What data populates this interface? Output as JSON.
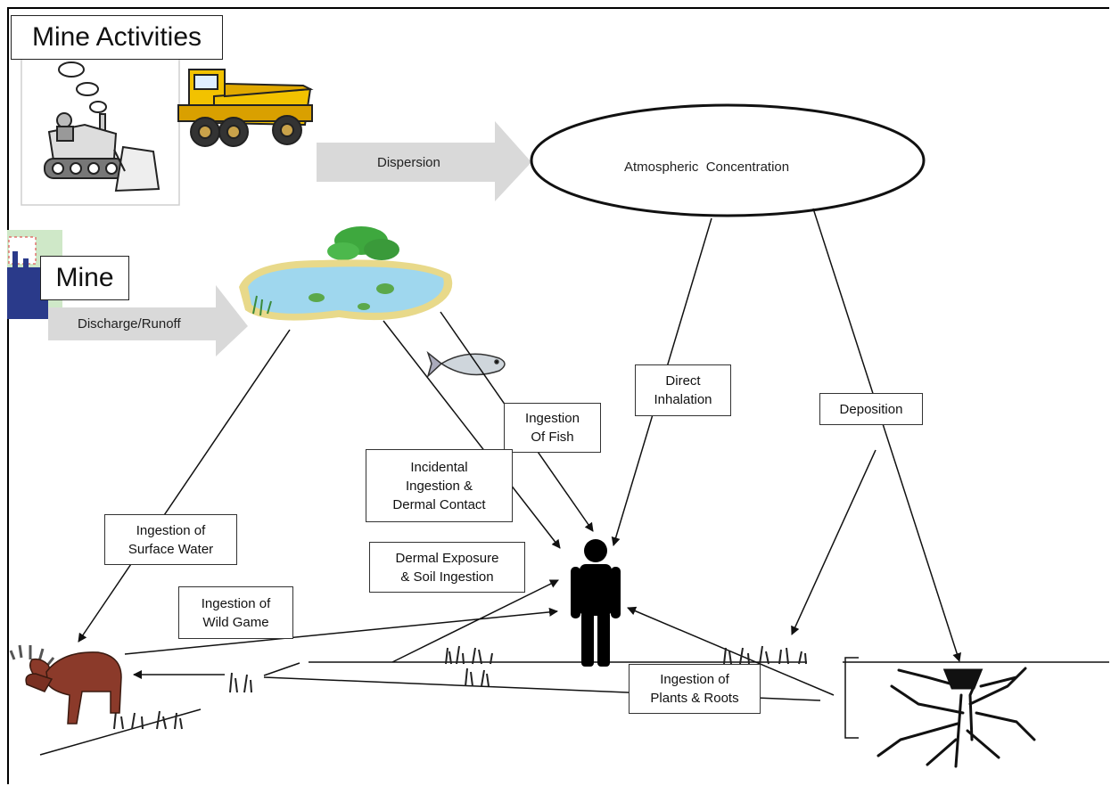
{
  "title": "Mine Activities",
  "source": "Mine",
  "atmosphere": "Atmospheric  Concentration",
  "arrows": {
    "dispersion": "Dispersion",
    "discharge": "Discharge/Runoff"
  },
  "pathways": {
    "direct_inhalation": "Direct\nInhalation",
    "deposition": "Deposition",
    "ingestion_of_fish": "Ingestion\nOf Fish",
    "incidental": "Incidental\nIngestion &\nDermal Contact",
    "surface_water": "Ingestion of\nSurface Water",
    "dermal_exposure": "Dermal Exposure\n& Soil Ingestion",
    "wild_game": "Ingestion of\nWild Game",
    "plants_roots": "Ingestion of\nPlants & Roots"
  },
  "icons": [
    "bulldozer-icon",
    "dump-truck-icon",
    "factory-icon",
    "pond-icon",
    "fish-icon",
    "person-icon",
    "moose-icon",
    "roots-icon",
    "grass-icon"
  ],
  "colors": {
    "block_arrow": "#d9d9d9",
    "truck": "#f2c200",
    "pond": "#9fd7ee",
    "pond_rim": "#e8d98a",
    "bush": "#3ea83e",
    "moose": "#8b3a2a",
    "person": "#000000"
  }
}
